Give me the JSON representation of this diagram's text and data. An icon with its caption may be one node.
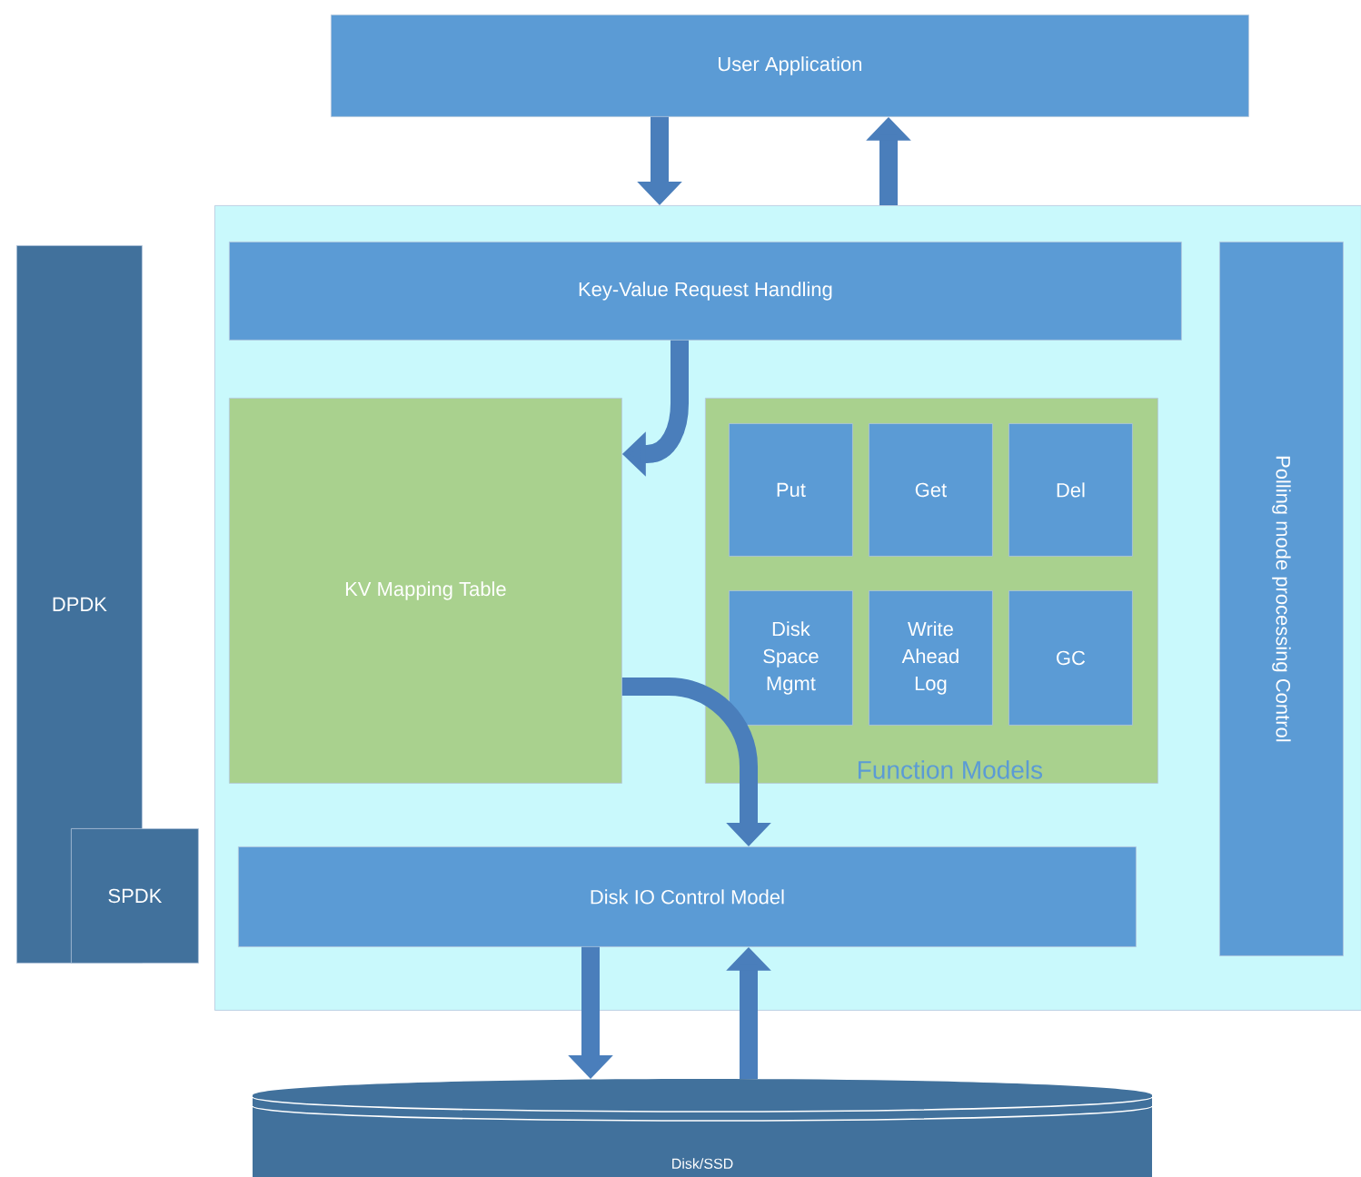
{
  "diagram": {
    "nodes": [
      {
        "text": [
          "User Application"
        ]
      },
      {
        "text": [],
        "shape": "box"
      },
      {
        "text": [
          "Key-Value Request Handling"
        ],
        "in": 1
      },
      {
        "text": [
          "KV Mapping Table"
        ],
        "in": 1
      },
      {
        "text": [
          "Function Models"
        ],
        "in": 1
      },
      {
        "text": [
          "Put"
        ],
        "in": 4
      },
      {
        "text": [
          "Get"
        ],
        "in": 4
      },
      {
        "text": [
          "Del"
        ],
        "in": 4
      },
      {
        "text": [
          "Disk Space Mgmt"
        ],
        "in": 4
      },
      {
        "text": [
          "Write Ahead Log"
        ],
        "in": 4
      },
      {
        "text": [
          "GC"
        ],
        "in": 4
      },
      {
        "text": [
          "Disk IO Control Model"
        ],
        "in": 1
      },
      {
        "text": [
          "Polling mode processing Control"
        ],
        "in": 1
      },
      {
        "text": [
          "DPDK"
        ]
      },
      {
        "text": [
          "SPDK"
        ]
      },
      {
        "text": [
          "Disk/SSD"
        ]
      }
    ],
    "edges": [
      {
        "from": 0,
        "to": 1,
        "arrow": "to"
      },
      {
        "from": 1,
        "to": 0,
        "arrow": "to"
      },
      {
        "from": 2,
        "to": 3,
        "arrow": "to"
      },
      {
        "from": 3,
        "to": 11,
        "arrow": "to"
      },
      {
        "from": 11,
        "to": 15,
        "arrow": "to"
      },
      {
        "from": 15,
        "to": 11,
        "arrow": "to"
      }
    ]
  }
}
